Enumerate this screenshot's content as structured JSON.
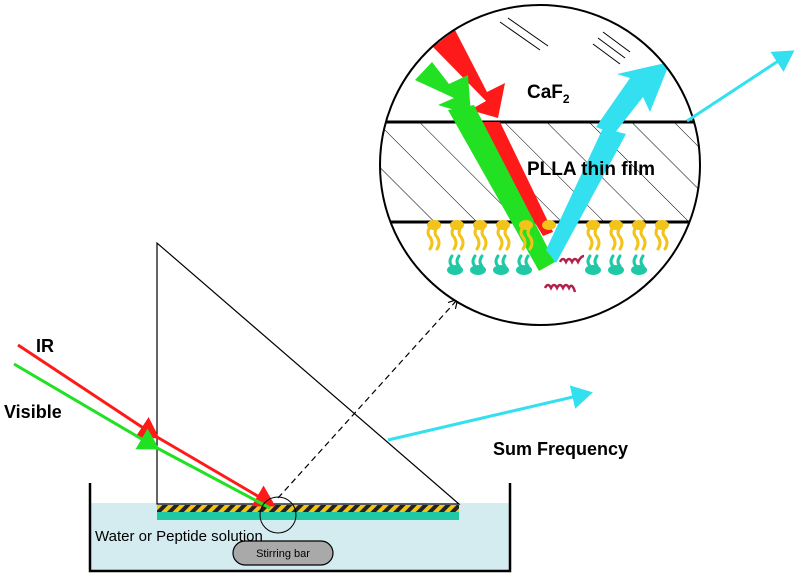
{
  "labels": {
    "ir": "IR",
    "visible": "Visible",
    "sum_frequency": "Sum Frequency",
    "solution": "Water or Peptide solution",
    "stirring_bar": "Stirring bar",
    "caf2_main": "CaF",
    "caf2_sub": "2",
    "plla_film": "PLLA thin film"
  },
  "colors": {
    "ir_beam": "#ff1a1a",
    "visible_beam": "#22e022",
    "sfg_beam": "#33e0f0",
    "water": "#d4ecf0",
    "lipid_head": "#f2c318",
    "lipid_tail_lower": "#1fc9a5",
    "peptide": "#b0204a"
  }
}
